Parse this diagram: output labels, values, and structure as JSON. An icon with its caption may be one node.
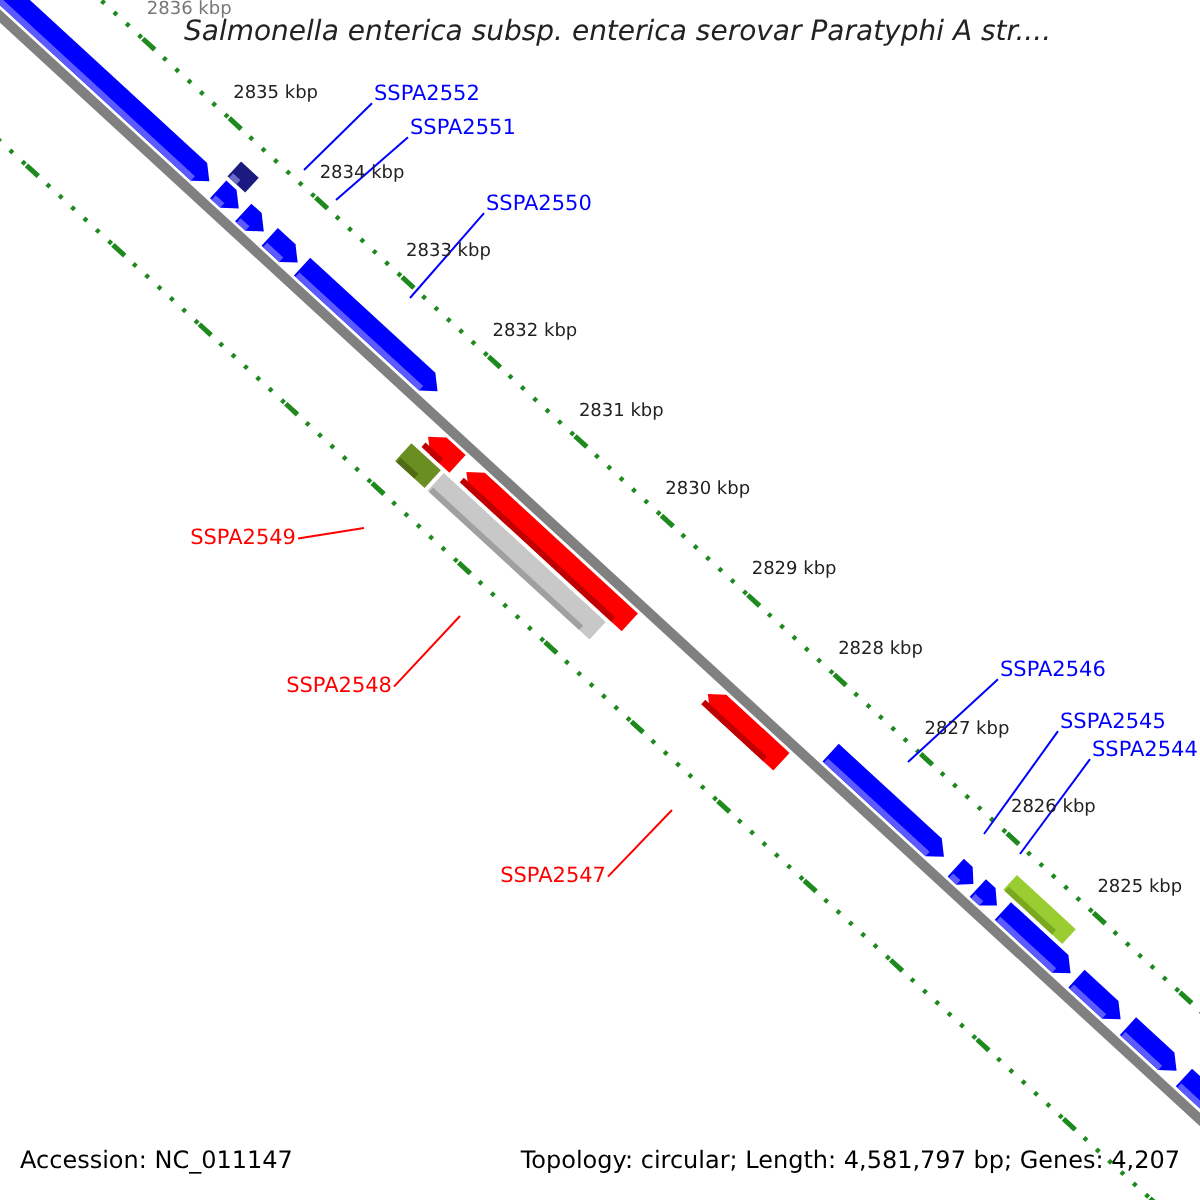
{
  "diagram": {
    "title": "Salmonella enterica subsp. enterica serovar Paratyphi A str....",
    "nodes": [
      {
        "text": [
          "SSPA2552"
        ]
      },
      {
        "text": [
          "SSPA2551"
        ]
      },
      {
        "text": [
          "SSPA2550"
        ]
      },
      {
        "text": [
          "SSPA2549"
        ]
      },
      {
        "text": [
          "SSPA2548"
        ]
      },
      {
        "text": [
          "SSPA2547"
        ]
      },
      {
        "text": [
          "SSPA2546"
        ]
      },
      {
        "text": [
          "SSPA2545"
        ]
      },
      {
        "text": [
          "SSPA2544"
        ]
      }
    ],
    "edges": [
      {
        "from": 0,
        "to": null,
        "arrow": "none"
      },
      {
        "from": 1,
        "to": null,
        "arrow": "none"
      },
      {
        "from": 2,
        "to": null,
        "arrow": "none"
      },
      {
        "from": 3,
        "to": null,
        "arrow": "none",
        "color": "#ff0000"
      },
      {
        "from": 4,
        "to": null,
        "arrow": "none",
        "color": "#ff0000"
      },
      {
        "from": 5,
        "to": null,
        "arrow": "none",
        "color": "#ff0000"
      },
      {
        "from": 6,
        "to": null,
        "arrow": "none"
      },
      {
        "from": 7,
        "to": null,
        "arrow": "none"
      },
      {
        "from": 8,
        "to": null,
        "arrow": "none"
      }
    ],
    "labels": [
      "2836 kbp",
      "2835 kbp",
      "2834 kbp",
      "2833 kbp",
      "2832 kbp",
      "2831 kbp",
      "2830 kbp",
      "2829 kbp",
      "2828 kbp",
      "2827 kbp",
      "2826 kbp",
      "2825 kbp",
      "Accession: NC_011147",
      "Topology: circular; Length: 4,581,797 bp; Genes: 4,207"
    ]
  }
}
